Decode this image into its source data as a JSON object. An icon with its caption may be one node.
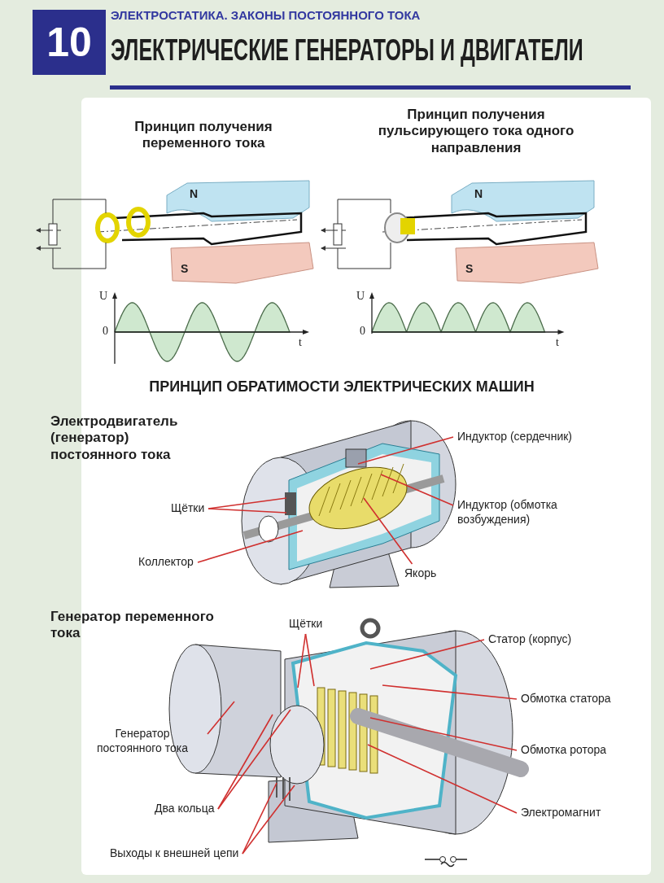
{
  "diagram": {
    "title": "ЭЛЕКТРИЧЕСКИЕ ГЕНЕРАТОРЫ И ДВИГАТЕЛИ",
    "nodes": [
      {
        "text": [
          "Индуктор (сердечник)"
        ]
      },
      {
        "text": [
          "Щётки"
        ]
      },
      {
        "text": [
          "Индуктор (обмотка возбуждения)"
        ]
      },
      {
        "text": [
          "Коллектор"
        ]
      },
      {
        "text": [
          "Якорь"
        ]
      },
      {
        "text": [
          "Щётки"
        ]
      },
      {
        "text": [
          "Статор (корпус)"
        ]
      },
      {
        "text": [
          "Обмотка статора"
        ]
      },
      {
        "text": [
          "Генератор постоянного тока"
        ]
      },
      {
        "text": [
          "Обмотка ротора"
        ]
      },
      {
        "text": [
          "Два кольца"
        ]
      },
      {
        "text": [
          "Электромагнит"
        ]
      },
      {
        "text": [
          "Выходы к внешней цепи"
        ]
      }
    ],
    "edges": [
      {
        "from": 0,
        "to": null,
        "arrow": "none"
      },
      {
        "from": 1,
        "to": null,
        "arrow": "none"
      },
      {
        "from": 1,
        "to": null,
        "arrow": "none"
      },
      {
        "from": 2,
        "to": null,
        "arrow": "none"
      },
      {
        "from": 3,
        "to": null,
        "arrow": "none"
      },
      {
        "from": 4,
        "to": null,
        "arrow": "none"
      },
      {
        "from": 5,
        "to": null,
        "arrow": "none"
      },
      {
        "from": 5,
        "to": null,
        "arrow": "none"
      },
      {
        "from": 6,
        "to": null,
        "arrow": "none"
      },
      {
        "from": 7,
        "to": null,
        "arrow": "none"
      },
      {
        "from": 8,
        "to": null,
        "arrow": "none"
      },
      {
        "from": 9,
        "to": null,
        "arrow": "none"
      },
      {
        "from": 10,
        "to": null,
        "arrow": "none"
      },
      {
        "from": 10,
        "to": null,
        "arrow": "none"
      },
      {
        "from": 11,
        "to": null,
        "arrow": "none"
      },
      {
        "from": 12,
        "to": null,
        "arrow": "none"
      },
      {
        "from": 12,
        "to": null,
        "arrow": "none"
      }
    ],
    "labels": [
      "10",
      "ЭЛЕКТРОСТАТИКА. ЗАКОНЫ ПОСТОЯННОГО ТОКА",
      "Принцип получения переменного тока",
      "Принцип получения пульсирующего тока одного направления",
      "N",
      "S",
      "N",
      "S",
      "U",
      "0",
      "t",
      "U",
      "0",
      "t",
      "ПРИНЦИП ОБРАТИМОСТИ ЭЛЕКТРИЧЕСКИХ МАШИН",
      "Электродвигатель (генератор) постоянного тока",
      "Генератор переменного тока"
    ]
  }
}
